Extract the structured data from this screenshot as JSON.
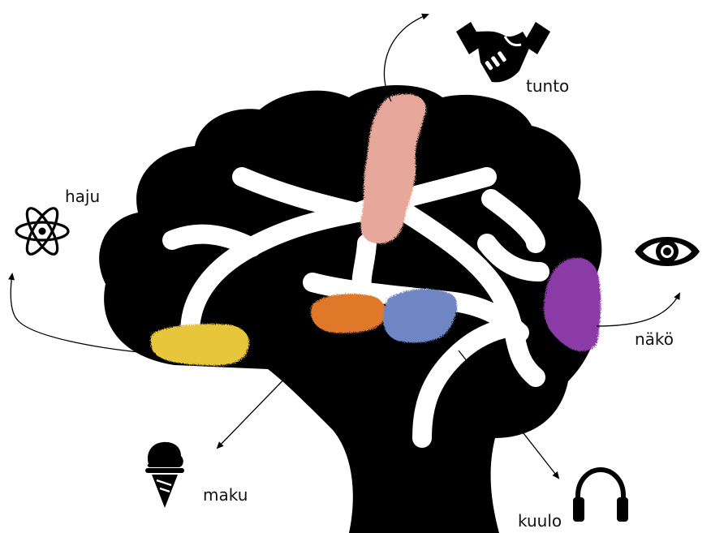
{
  "senses": {
    "touch": {
      "label": "tunto",
      "icon": "handshake-icon"
    },
    "smell": {
      "label": "haju",
      "icon": "atom-icon"
    },
    "sight": {
      "label": "näkö",
      "icon": "eye-icon"
    },
    "taste": {
      "label": "maku",
      "icon": "ice-cream-icon"
    },
    "hearing": {
      "label": "kuulo",
      "icon": "headphones-icon"
    }
  },
  "colors": {
    "brain": "#000000",
    "folds": "#ffffff",
    "touch_region": "#e7a79a",
    "smell_region": "#e7c63a",
    "taste_region": "#e0782a",
    "hearing_region": "#6f86c4",
    "sight_region": "#8a3aa6",
    "icon": "#000000",
    "arrow": "#000000"
  }
}
